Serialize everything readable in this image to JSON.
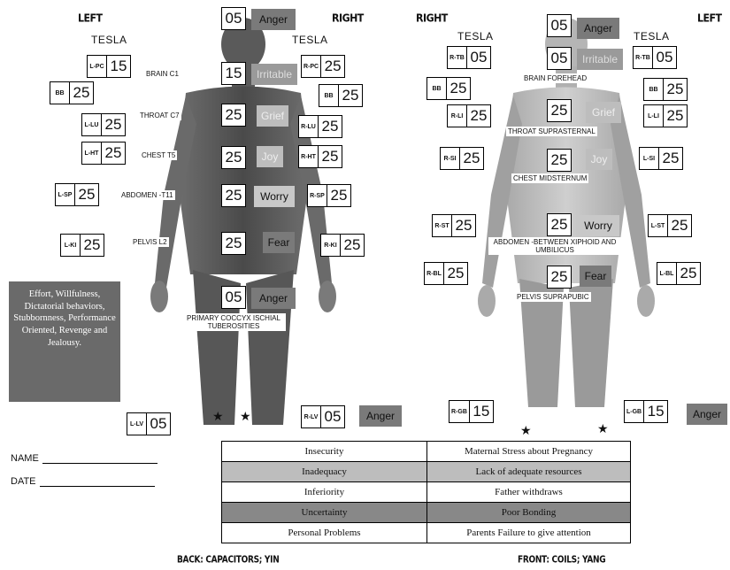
{
  "headers": {
    "left_back": "LEFT",
    "right_back": "RIGHT",
    "right_front": "RIGHT",
    "left_front": "LEFT",
    "tesla_label": "TESLA"
  },
  "back_center": [
    {
      "num": "05",
      "emotion": "Anger",
      "style": "dark"
    },
    {
      "num": "15",
      "emotion": "Irritable",
      "style": "mid"
    },
    {
      "num": "25",
      "emotion": "Grief",
      "style": "light"
    },
    {
      "num": "25",
      "emotion": "Joy",
      "style": "light"
    },
    {
      "num": "25",
      "emotion": "Worry",
      "style": "pale"
    },
    {
      "num": "25",
      "emotion": "Fear",
      "style": "dark"
    },
    {
      "num": "05",
      "emotion": "Anger",
      "style": "dark"
    }
  ],
  "back_left": [
    {
      "code": "L-PC",
      "num": "15"
    },
    {
      "code": "BB",
      "num": "25"
    },
    {
      "code": "L-LU",
      "num": "25"
    },
    {
      "code": "L-HT",
      "num": "25"
    },
    {
      "code": "L-SP",
      "num": "25"
    },
    {
      "code": "L-KI",
      "num": "25"
    },
    {
      "code": "L-LV",
      "num": "05"
    }
  ],
  "back_right": [
    {
      "code": "R-PC",
      "num": "25"
    },
    {
      "code": "BB",
      "num": "25"
    },
    {
      "code": "R-LU",
      "num": "25"
    },
    {
      "code": "R-HT",
      "num": "25"
    },
    {
      "code": "R-SP",
      "num": "25"
    },
    {
      "code": "R-KI",
      "num": "25"
    },
    {
      "code": "R-LV",
      "num": "05"
    }
  ],
  "back_right_lv_emotion": "Anger",
  "back_labels": {
    "brain": "BRAIN C1",
    "throat": "THROAT C7",
    "chest": "CHEST T5",
    "abdomen": "ABDOMEN -T11",
    "pelvis": "PELVIS L2",
    "coccyx": "PRIMARY COCCYX ISCHIAL TUBEROSITIES"
  },
  "front_center": [
    {
      "num": "05",
      "emotion": "Anger",
      "style": "dark"
    },
    {
      "num": "05",
      "emotion": "Irritable",
      "style": "mid"
    },
    {
      "num": "25",
      "emotion": "Grief",
      "style": "light"
    },
    {
      "num": "25",
      "emotion": "Joy",
      "style": "light"
    },
    {
      "num": "25",
      "emotion": "Worry",
      "style": "pale"
    },
    {
      "num": "25",
      "emotion": "Fear",
      "style": "dark"
    }
  ],
  "front_left": [
    {
      "code": "R-TB",
      "num": "05"
    },
    {
      "code": "BB",
      "num": "25"
    },
    {
      "code": "R-LI",
      "num": "25"
    },
    {
      "code": "R-SI",
      "num": "25"
    },
    {
      "code": "R-ST",
      "num": "25"
    },
    {
      "code": "R-BL",
      "num": "25"
    },
    {
      "code": "R-GB",
      "num": "15"
    }
  ],
  "front_right": [
    {
      "code": "R-TB",
      "num": "05"
    },
    {
      "code": "BB",
      "num": "25"
    },
    {
      "code": "L-LI",
      "num": "25"
    },
    {
      "code": "L-SI",
      "num": "25"
    },
    {
      "code": "L-ST",
      "num": "25"
    },
    {
      "code": "L-BL",
      "num": "25"
    },
    {
      "code": "L-GB",
      "num": "15"
    }
  ],
  "front_lgb_emotion": "Anger",
  "front_labels": {
    "brain": "BRAIN FOREHEAD",
    "throat": "THROAT SUPRASTERNAL",
    "chest": "CHEST MIDSTERNUM",
    "abdomen": "ABDOMEN -BETWEEN XIPHOID AND UMBILICUS",
    "pelvis": "PELVIS SUPRAPUBIC"
  },
  "note_text": "Effort, Willfulness, Dictatorial behaviors, Stubbornness, Performance Oriented, Revenge and Jealousy.",
  "form": {
    "name_label": "NAME",
    "date_label": "DATE"
  },
  "issues_table": [
    {
      "left": "Insecurity",
      "right": "Maternal Stress about Pregnancy",
      "style": "plain"
    },
    {
      "left": "Inadequacy",
      "right": "Lack of adequate resources",
      "style": "shade"
    },
    {
      "left": "Inferiority",
      "right": "Father withdraws",
      "style": "plain"
    },
    {
      "left": "Uncertainty",
      "right": "Poor Bonding",
      "style": "dark"
    },
    {
      "left": "Personal Problems",
      "right": "Parents Failure to give attention",
      "style": "plain"
    }
  ],
  "footers": {
    "back": "BACK: CAPACITORS; YIN",
    "front": "FRONT: COILS; YANG"
  },
  "colors": {
    "skin_dark": "#5a5a5a",
    "skin_mid": "#8c8c8c",
    "skin_light": "#c4c4c4",
    "note_bg": "#6a6a6a"
  }
}
